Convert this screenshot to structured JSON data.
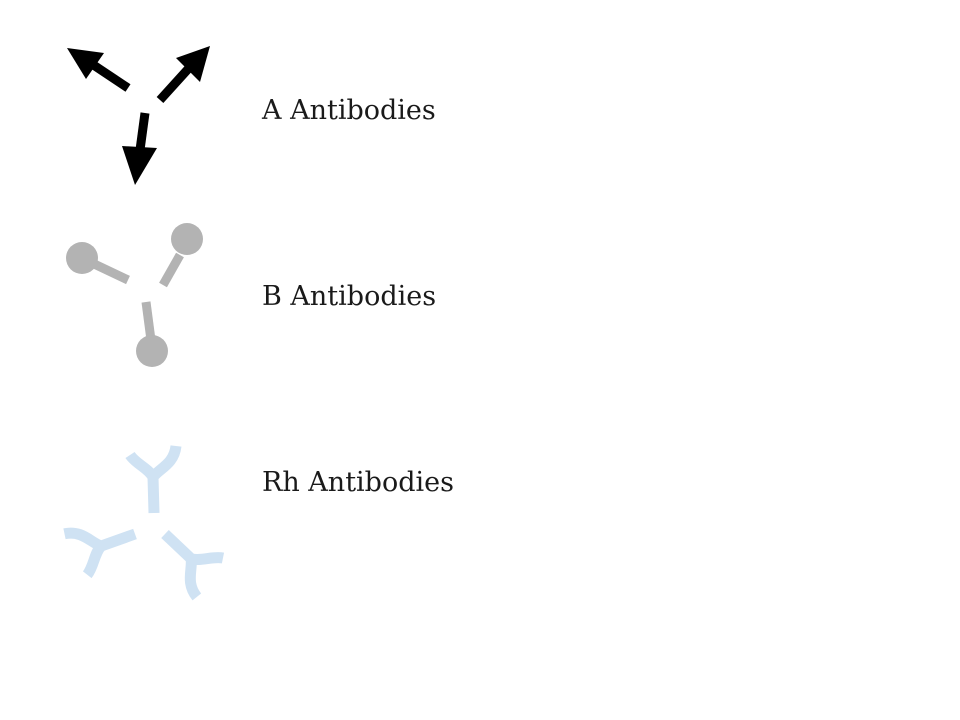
{
  "legend": {
    "items": [
      {
        "label": "A Antibodies",
        "icon": "arrow-antibody-icon",
        "color": "#000000"
      },
      {
        "label": "B Antibodies",
        "icon": "lollipop-antibody-icon",
        "color": "#b3b3b3"
      },
      {
        "label": "Rh Antibodies",
        "icon": "y-antibody-icon",
        "color": "#cfe2f3"
      }
    ]
  }
}
